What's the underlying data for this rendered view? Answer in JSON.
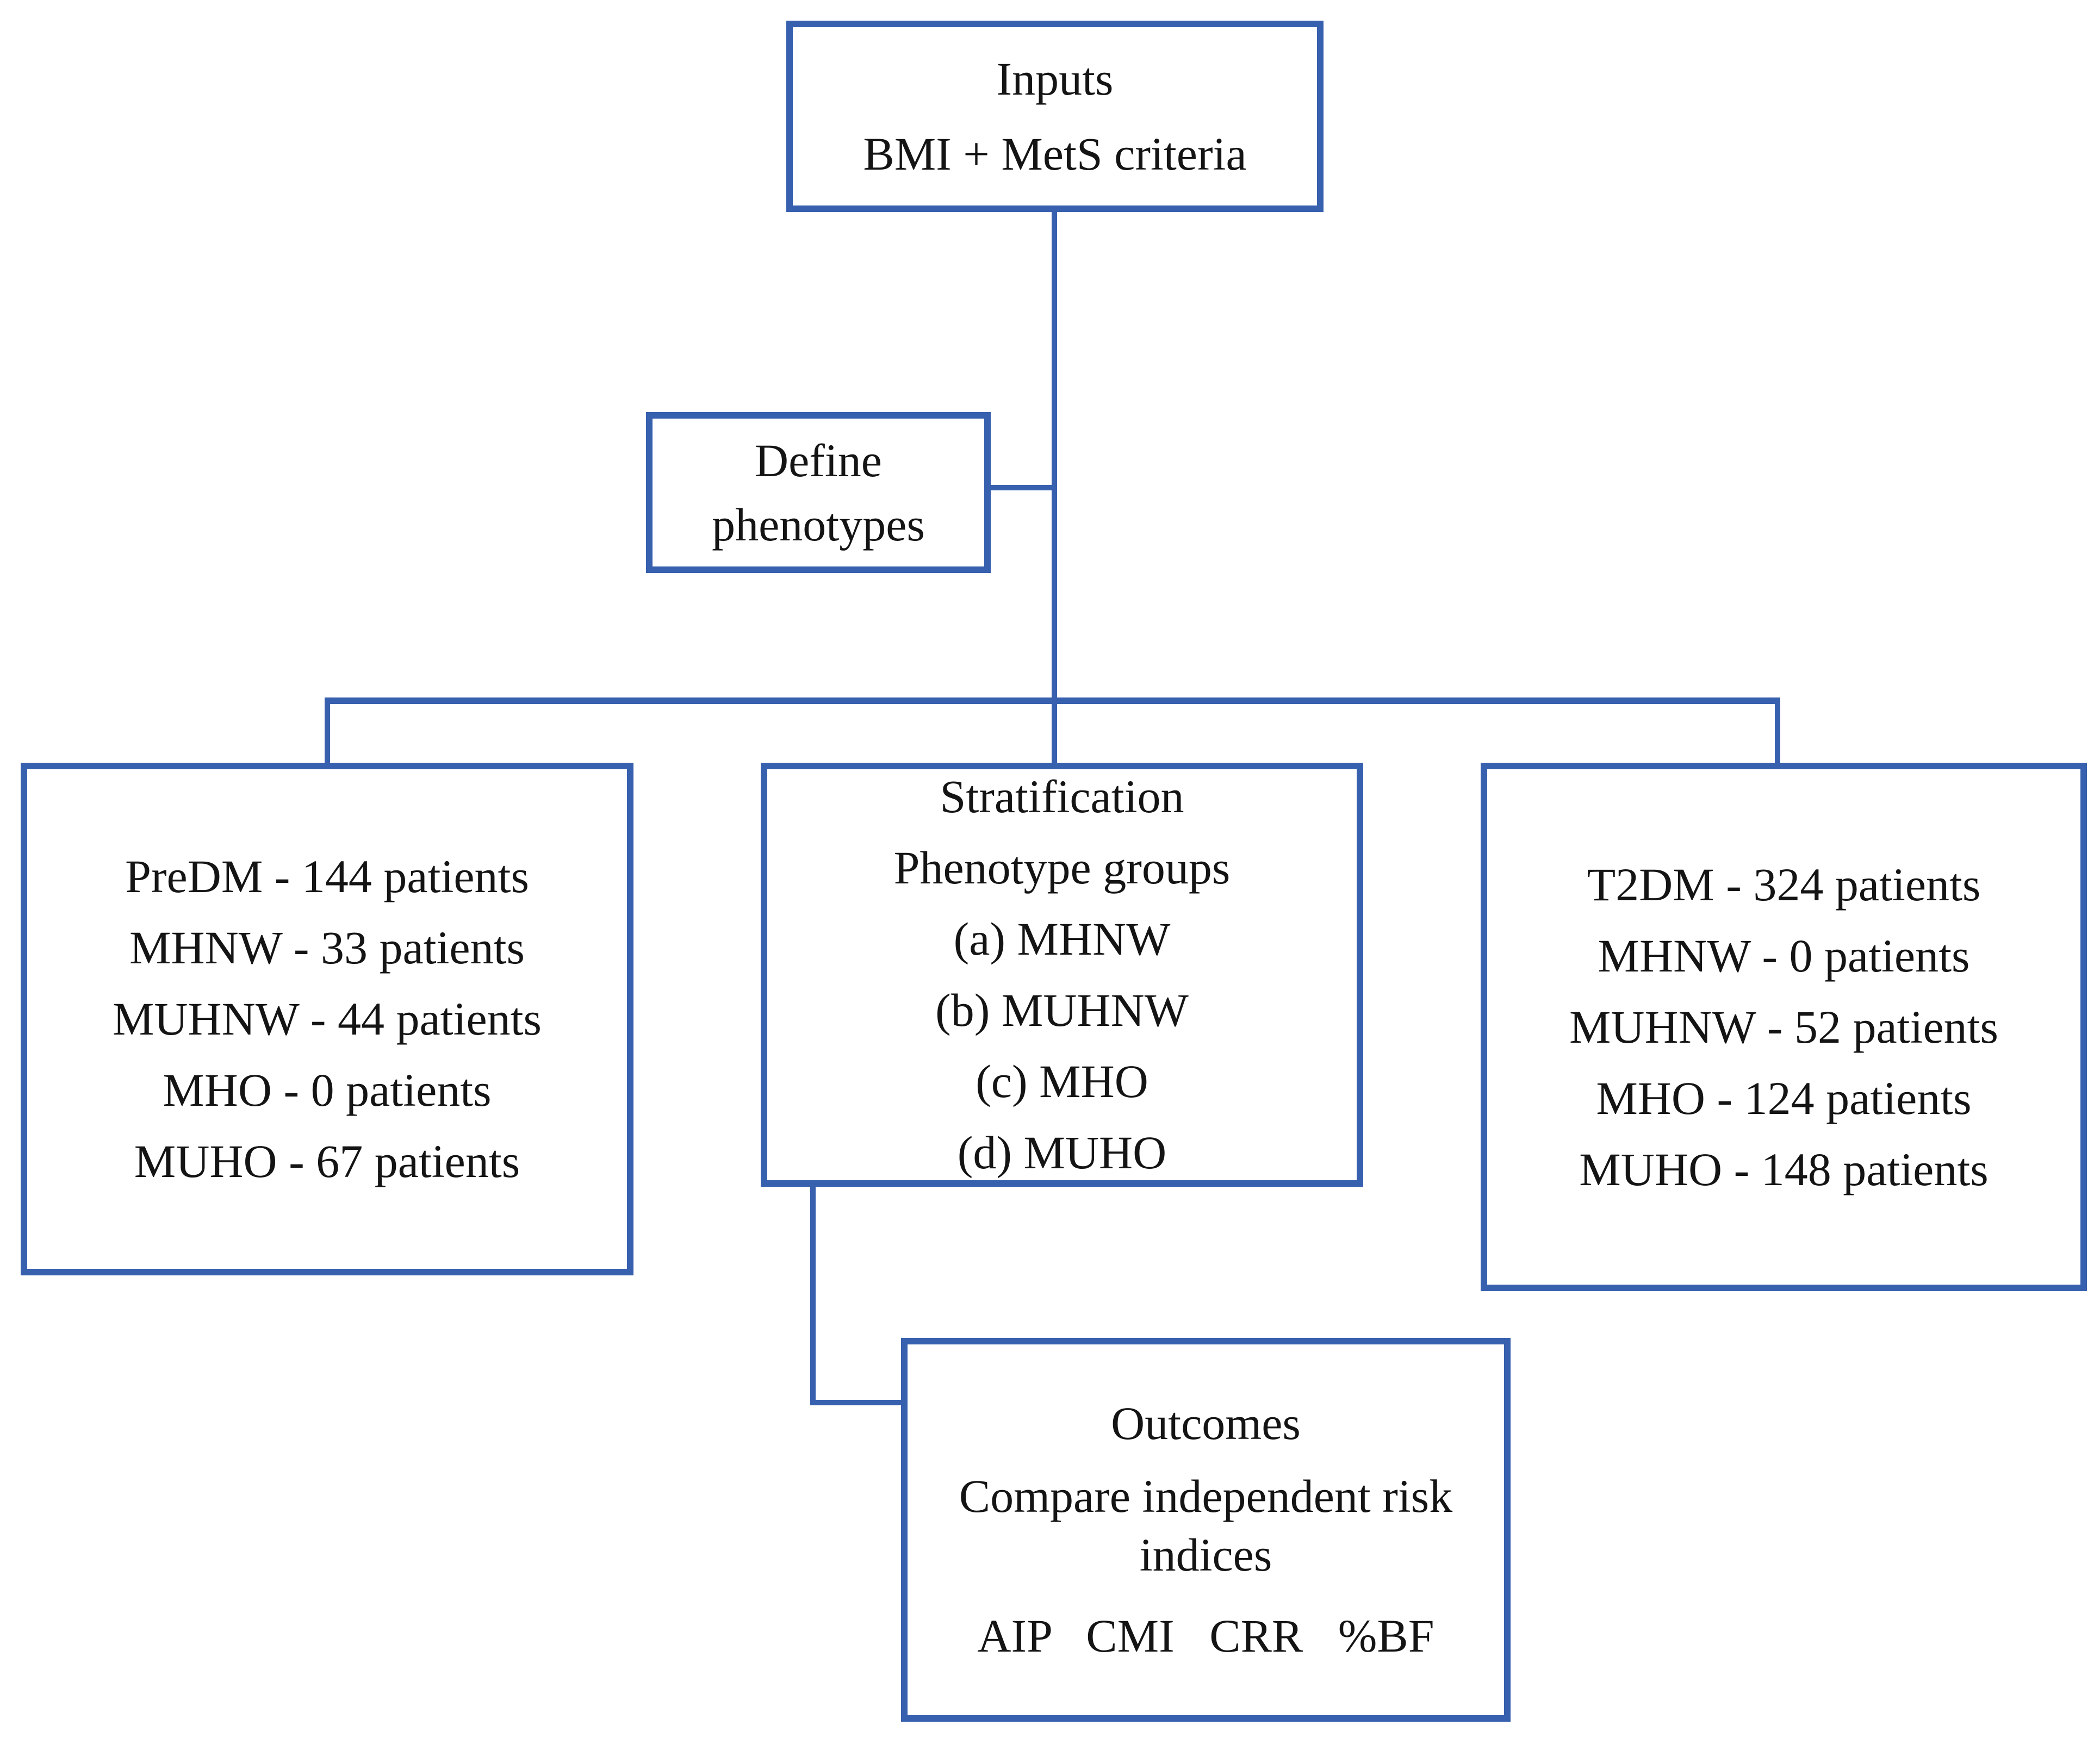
{
  "diagram": {
    "accent_color": "#3760AE",
    "text_color": "#141414",
    "nodes": {
      "inputs": {
        "lines": [
          "Inputs",
          "BMI + MetS criteria"
        ]
      },
      "define": {
        "lines": [
          "Define",
          "phenotypes"
        ]
      },
      "prediabetes": {
        "lines": [
          "PreDM - 144 patients",
          "MHNW - 33 patients",
          "MUHNW - 44 patients",
          "MHO - 0 patients",
          "MUHO - 67 patients"
        ]
      },
      "stratification": {
        "lines": [
          "Stratification",
          "Phenotype groups",
          "(a) MHNW",
          "(b) MUHNW",
          "(c) MHO",
          "(d) MUHO"
        ]
      },
      "t2dm": {
        "lines": [
          "T2DM - 324 patients",
          "MHNW - 0 patients",
          "MUHNW - 52 patients",
          "MHO - 124 patients",
          "MUHO - 148 patients"
        ]
      },
      "outcomes": {
        "title": "Outcomes",
        "description": "Compare independent risk indices",
        "indices": "AIP   CMI   CRR   %BF"
      }
    }
  }
}
